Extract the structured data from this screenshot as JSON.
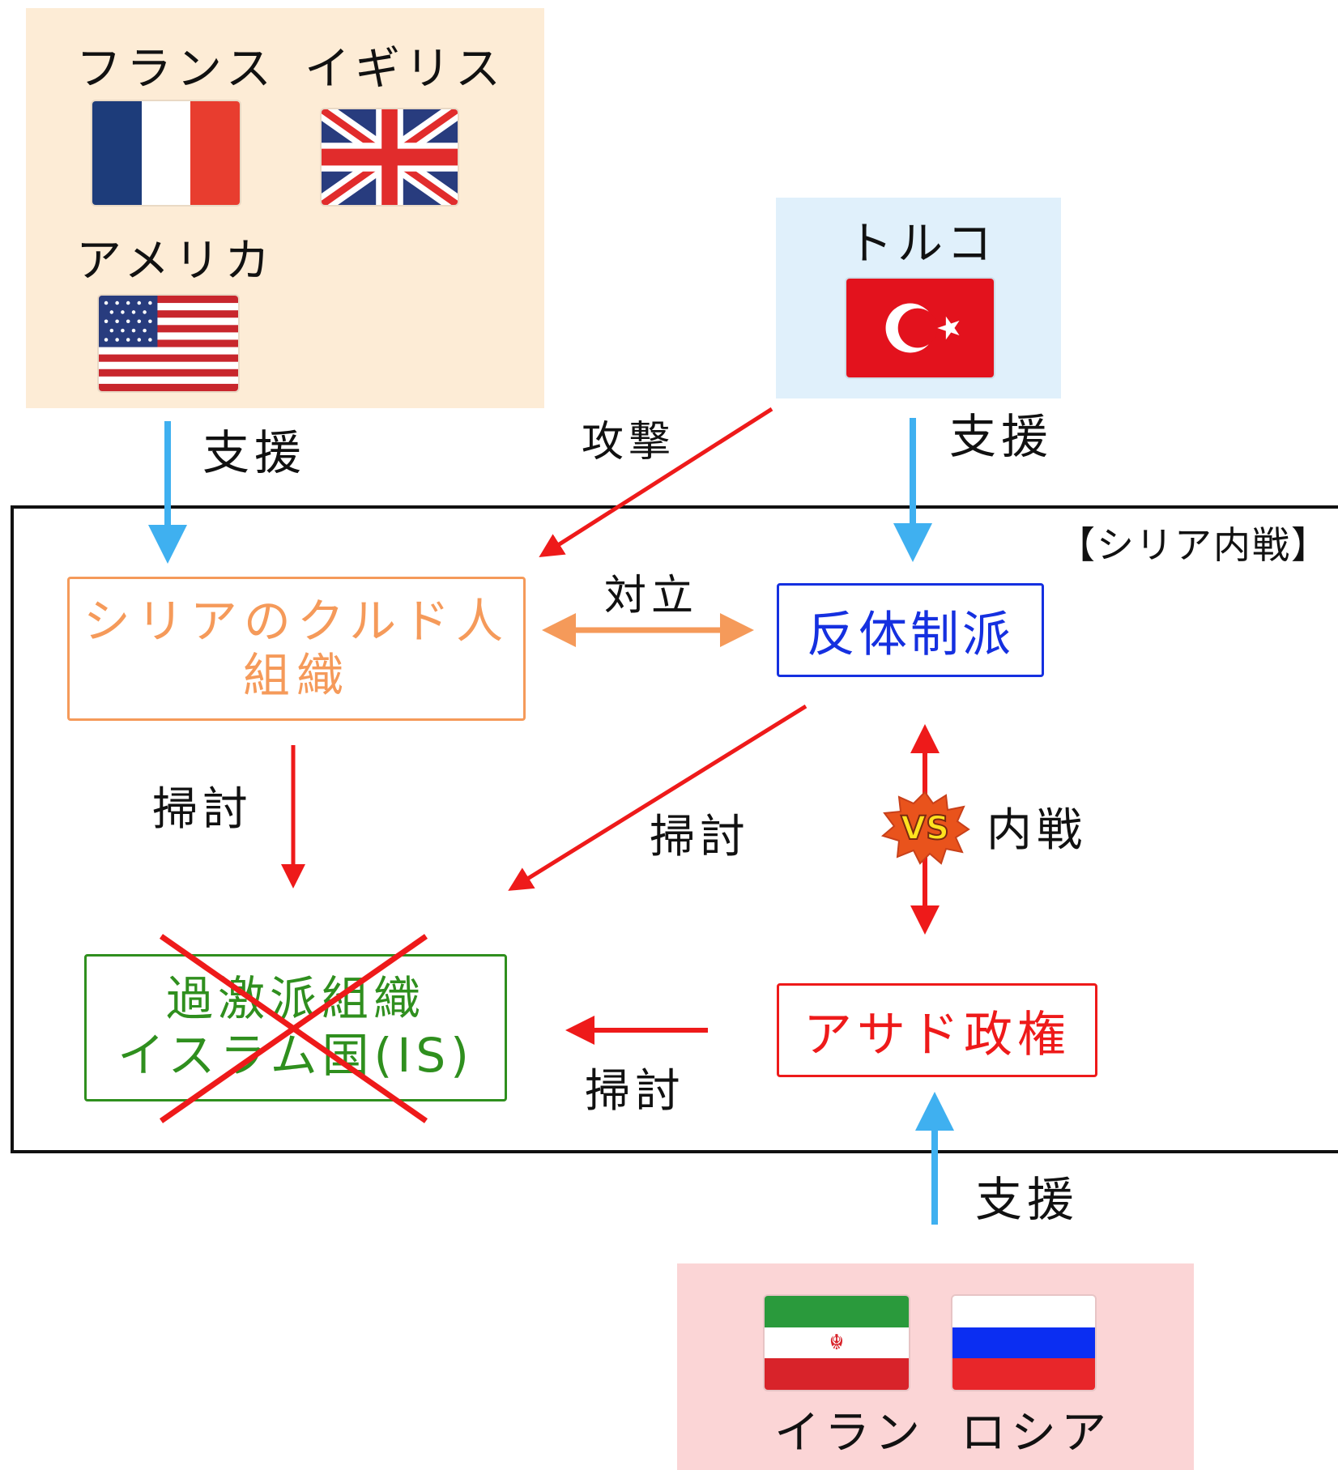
{
  "groups": {
    "west": {
      "bg": "#fdecd6",
      "countries": [
        "フランス",
        "イギリス",
        "アメリカ"
      ]
    },
    "turkey": {
      "bg": "#e0f0fb",
      "countries": [
        "トルコ"
      ]
    },
    "east": {
      "bg": "#fbd5d6",
      "countries": [
        "イラン",
        "ロシア"
      ]
    }
  },
  "frame_title": "【シリア内戦】",
  "nodes": {
    "kurds": {
      "lines": [
        "シリアのクルド人",
        "組織"
      ],
      "color": "#f59a5a"
    },
    "rebels": {
      "lines": [
        "反体制派"
      ],
      "color": "#1530e0"
    },
    "isis": {
      "lines": [
        "過激派組織",
        "イスラム国(IS)"
      ],
      "color": "#2f8f1e"
    },
    "assad": {
      "lines": [
        "アサド政権"
      ],
      "color": "#ee1a1a"
    }
  },
  "edge_labels": {
    "west_support": "支援",
    "turkey_attack": "攻撃",
    "turkey_support": "支援",
    "rivalry": "対立",
    "kurds_sweep": "掃討",
    "rebels_sweep": "掃討",
    "civil_war": "内戦",
    "vs_badge": "VS",
    "assad_sweep": "掃討",
    "east_support": "支援"
  },
  "colors": {
    "support_arrow": "#3fb0f0",
    "hostile_arrow": "#ee1a1a",
    "rivalry_arrow": "#f59a5a",
    "frame": "#111111",
    "vs_badge_bg": "#e9531c",
    "vs_badge_text": "#ffe21f"
  },
  "flags": [
    "france-flag",
    "uk-flag",
    "usa-flag",
    "turkey-flag",
    "iran-flag",
    "russia-flag"
  ]
}
